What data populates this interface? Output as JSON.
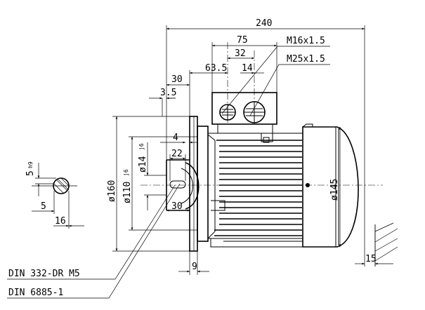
{
  "dimensions": {
    "overall_length": "240",
    "d75": "75",
    "d32": "32",
    "d63_5": "63.5",
    "d14": "14",
    "d30_top": "30",
    "d3_5": "3.5",
    "d4": "4",
    "d22": "22",
    "d30_bottom": "30",
    "d9": "9",
    "d15": "15",
    "d5_left": "5",
    "d16_left": "16",
    "d5": "5",
    "d5_tol": "h9"
  },
  "diameters": {
    "d160": "ø160",
    "d110": "ø110",
    "d110_tol": "j6",
    "d14": "ø14",
    "d14_tol": "j6",
    "d145": "ø145"
  },
  "threads": {
    "m16": "M16x1.5",
    "m25": "M25x1.5"
  },
  "standards": {
    "din332": "DIN 332-DR M5",
    "din6885": "DIN 6885-1"
  }
}
